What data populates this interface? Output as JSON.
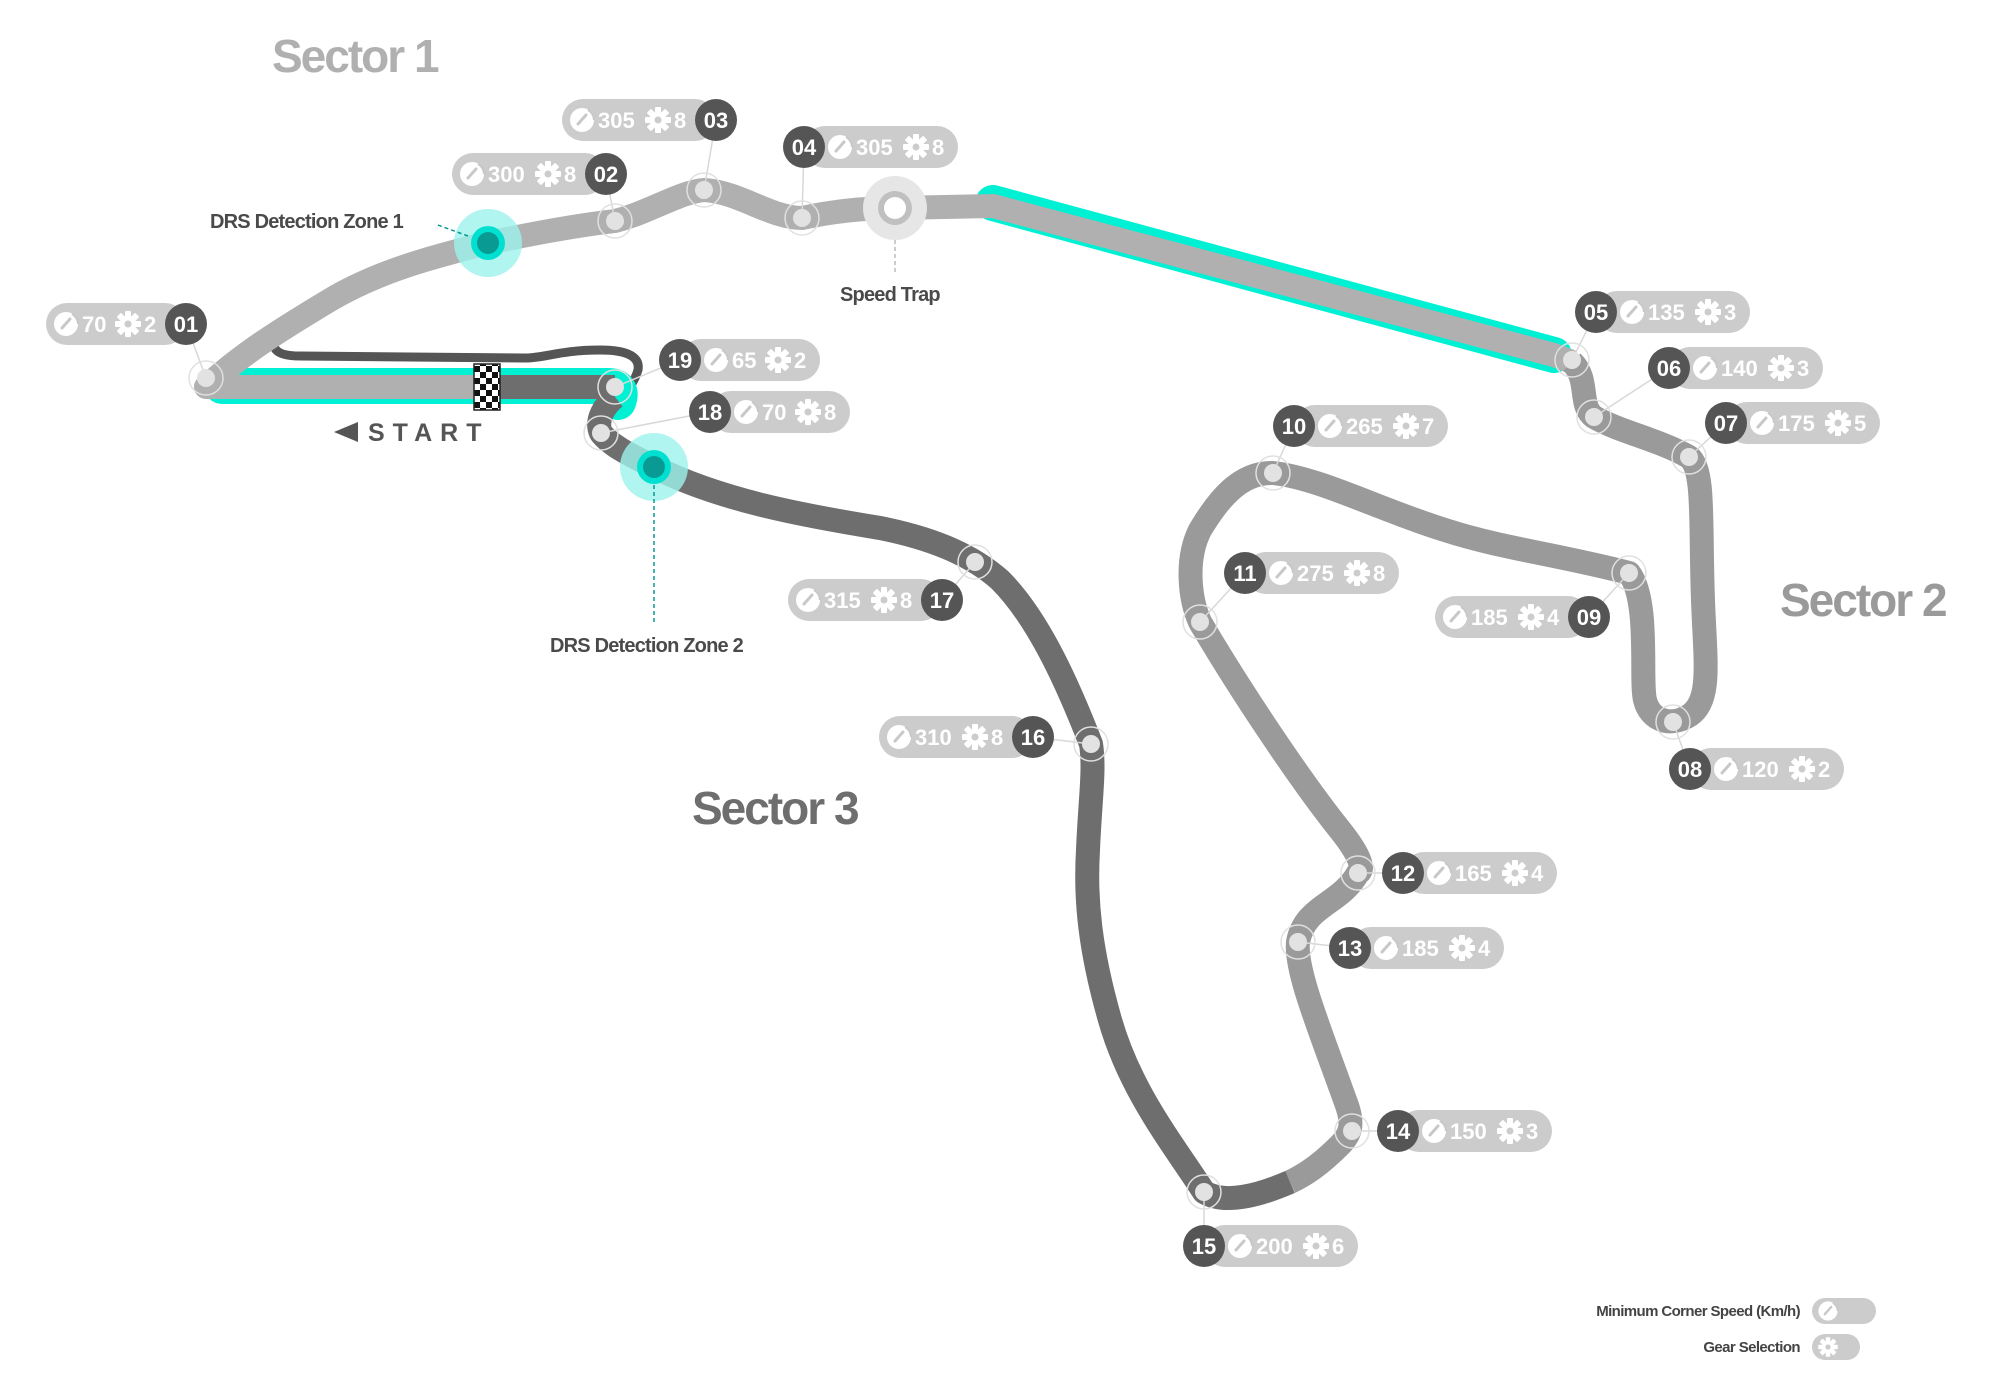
{
  "title": "Circuit Map",
  "sectors": [
    {
      "id": "s1",
      "label": "Sector 1",
      "color": "#b0b0b0"
    },
    {
      "id": "s2",
      "label": "Sector 2",
      "color": "#9a9a9a"
    },
    {
      "id": "s3",
      "label": "Sector 3",
      "color": "#6e6e6e"
    }
  ],
  "start_label": "START",
  "speed_trap_label": "Speed Trap",
  "drs_zones": [
    {
      "label": "DRS Detection Zone 1"
    },
    {
      "label": "DRS Detection Zone 2"
    }
  ],
  "corners": [
    {
      "num": "01",
      "speed": "70",
      "gear": "2"
    },
    {
      "num": "02",
      "speed": "300",
      "gear": "8"
    },
    {
      "num": "03",
      "speed": "305",
      "gear": "8"
    },
    {
      "num": "04",
      "speed": "305",
      "gear": "8"
    },
    {
      "num": "05",
      "speed": "135",
      "gear": "3"
    },
    {
      "num": "06",
      "speed": "140",
      "gear": "3"
    },
    {
      "num": "07",
      "speed": "175",
      "gear": "5"
    },
    {
      "num": "08",
      "speed": "120",
      "gear": "2"
    },
    {
      "num": "09",
      "speed": "185",
      "gear": "4"
    },
    {
      "num": "10",
      "speed": "265",
      "gear": "7"
    },
    {
      "num": "11",
      "speed": "275",
      "gear": "8"
    },
    {
      "num": "12",
      "speed": "165",
      "gear": "4"
    },
    {
      "num": "13",
      "speed": "185",
      "gear": "4"
    },
    {
      "num": "14",
      "speed": "150",
      "gear": "3"
    },
    {
      "num": "15",
      "speed": "200",
      "gear": "6"
    },
    {
      "num": "16",
      "speed": "310",
      "gear": "8"
    },
    {
      "num": "17",
      "speed": "315",
      "gear": "8"
    },
    {
      "num": "18",
      "speed": "70",
      "gear": "8"
    },
    {
      "num": "19",
      "speed": "65",
      "gear": "2"
    }
  ],
  "legend": {
    "speed_label": "Minimum Corner Speed (Km/h)",
    "speed_icon": "speedometer-icon",
    "gear_label": "Gear Selection",
    "gear_icon": "gear-icon"
  },
  "colors": {
    "drs": "#00f0d4",
    "drs_dark": "#0a9a94",
    "badge_dark": "#555555",
    "pill": "#cccccc"
  }
}
